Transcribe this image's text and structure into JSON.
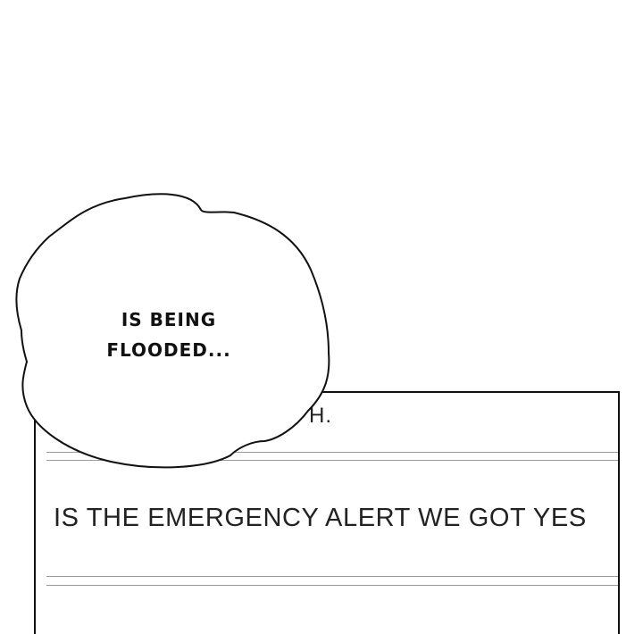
{
  "panel": {
    "top_text": "H.",
    "alert_text": "IS THE EMERGENCY ALERT WE GOT YES"
  },
  "bubble": {
    "line1": "IS BEING",
    "line2": "FLOODED..."
  }
}
